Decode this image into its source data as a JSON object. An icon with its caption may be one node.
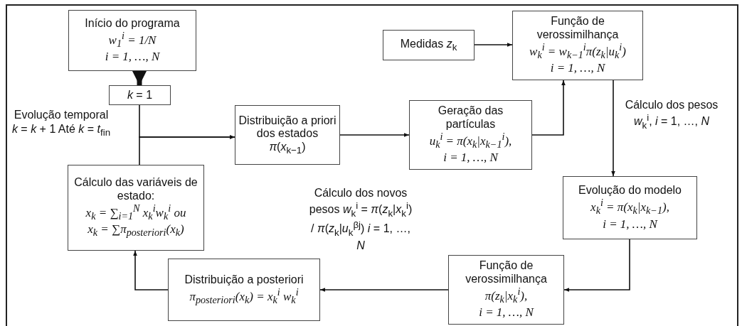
{
  "diagram": {
    "nodes": [
      {
        "text": [
          "Início do programa",
          "w$_{1}$$^{i}$ = 1/N",
          "i = 1, …, N"
        ]
      },
      {
        "text": [
          "*k* = 1"
        ]
      },
      {
        "text": [
          "Medidas *z*$_{k}$"
        ]
      },
      {
        "text": [
          "Função de verossimilhança",
          "w$_{k}$$^{i}$ = w$_{k−1}$$^{i}$π(z$_{k}$|u$_{k}$$^{i}$)",
          "i = 1, …, N"
        ]
      },
      {
        "text": [
          "Distribuição a priori dos estados *π*(*x*$_{k−1}$)"
        ]
      },
      {
        "text": [
          "Geração das partículas",
          "u$_{k}$$^{i}$ = π(x$_{k}$|x$_{k−1}$$^{i}$),",
          "i = 1, …, N"
        ]
      },
      {
        "text": [
          "Cálculo das variáveis de estado:",
          "x$_{k}$ = ∑$_{i=1}$$^{N}$ x$_{k}$$^{i}$w$_{k}$$^{i}$ ou",
          "x$_{k}$ = ∑π$_{posteriori}$(x$_{k}$)"
        ]
      },
      {
        "text": [
          "Evolução do modelo",
          "x$_{k}$$^{i}$ = π(x$_{k}$|x$_{k−1}$),",
          "i = 1, …, N"
        ]
      },
      {
        "text": [
          "Distribuição a posteriori",
          "π$_{posteriori}$(x$_{k}$) = x$_{k}$$^{i}$ w$_{k}$$^{i}$"
        ]
      },
      {
        "text": [
          "Função de verossimilhança",
          "π(z$_{k}$|x$_{k}$$^{i}$),",
          "i = 1, …, N"
        ]
      }
    ],
    "edges": [
      {
        "from": 0,
        "to": 1,
        "arrow": "to",
        "style": "thick"
      },
      {
        "from": 1,
        "to": 4,
        "arrow": "to"
      },
      {
        "from": 6,
        "to": 4,
        "arrow": "to"
      },
      {
        "from": 4,
        "to": 5,
        "arrow": "to"
      },
      {
        "from": 2,
        "to": 3,
        "arrow": "to"
      },
      {
        "from": 5,
        "to": 3,
        "arrow": "to"
      },
      {
        "from": 3,
        "to": 7,
        "arrow": "to",
        "label": "Cálculo dos pesos *w*$_{k}$$^{i}$, *i* = 1, …, *N*"
      },
      {
        "from": 7,
        "to": 9,
        "arrow": "to"
      },
      {
        "from": 9,
        "to": 8,
        "arrow": "to",
        "label": "Cálculo dos novos pesos *w*$_{k}$$^{i}$ = *π*(*z*$_{k}$|*x*$_{k}$$^{i}$) / *π*(*z*$_{k}$|*u*$_{k}$$^{βj}$) *i* = 1, …, *N*"
      },
      {
        "from": 8,
        "to": 6,
        "arrow": "to"
      }
    ],
    "labels": [
      "Evolução temporal *k* = *k* + 1 Até *k* = *t*$_{fin}$"
    ]
  }
}
